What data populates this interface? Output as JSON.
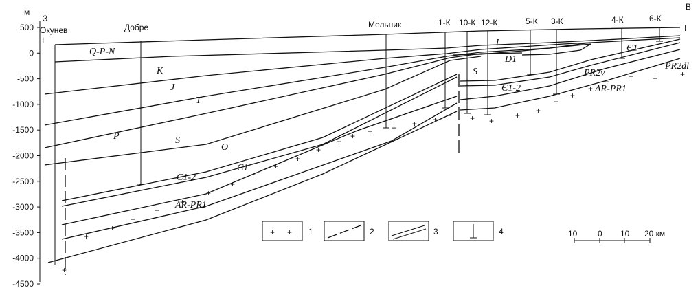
{
  "axis": {
    "unit": "м",
    "ticks": [
      "500",
      "0",
      "-500",
      "-1000",
      "-1500",
      "-2000",
      "-2500",
      "-3000",
      "-3500",
      "-4000",
      "-4500"
    ]
  },
  "ends": {
    "west_letter": "З",
    "east_letter": "В",
    "profile_start": "I",
    "profile_end": "I"
  },
  "wells": [
    "Окунев",
    "Добре",
    "Мельник",
    "1-К",
    "10-К",
    "12-К",
    "5-К",
    "3-К",
    "4-К",
    "6-К"
  ],
  "layers": {
    "qpn": "Q-P-N",
    "k": "K",
    "j": "J",
    "t": "T",
    "p": "P",
    "s1": "S",
    "s2": "S",
    "o": "O",
    "e12_a": "Є1-2",
    "e1_a": "Є1",
    "e12_b": "Є1-2",
    "e1_b": "Є1",
    "ar_a": "AR-PR1",
    "ar_b": "AR-PR1",
    "pr2v": "PR2v",
    "pr2dl": "PR2dl",
    "d1": "D1",
    "j2": "J"
  },
  "legend": {
    "n1": "1",
    "n2": "2",
    "n3": "3",
    "n4": "4"
  },
  "scale": {
    "labels": [
      "10",
      "0",
      "10",
      "20 км"
    ]
  }
}
